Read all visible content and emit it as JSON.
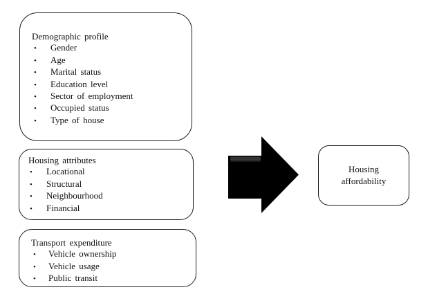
{
  "diagram": {
    "boxes": [
      {
        "title": "Demographic profile",
        "items": [
          "Gender",
          "Age",
          "Marital status",
          "Education level",
          "Sector of employment",
          "Occupied status",
          "Type of house"
        ]
      },
      {
        "title": "Housing attributes",
        "items": [
          "Locational",
          "Structural",
          "Neighbourhood",
          "Financial"
        ]
      },
      {
        "title": "Transport expenditure",
        "items": [
          "Vehicle ownership",
          "Vehicle usage",
          "Public transit"
        ]
      }
    ],
    "result": {
      "label": "Housing affordability"
    },
    "bullet_char": "•",
    "arrow": {
      "name": "right-block-arrow",
      "direction": "right",
      "color": "#000000",
      "highlight_color": "#3d3d3d"
    },
    "colors": {
      "background": "#ffffff",
      "border": "#1c1c1c",
      "text": "#0f0f0f"
    }
  }
}
